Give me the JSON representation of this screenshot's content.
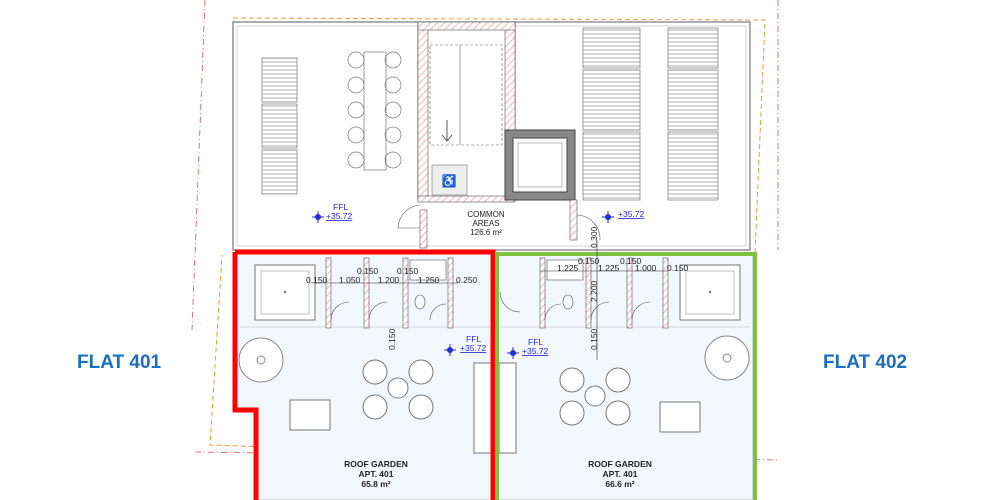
{
  "flats": [
    {
      "label": "FLAT 401",
      "outline_color": "#ff0000",
      "garden_title": "ROOF GARDEN",
      "garden_apt": "APT. 401",
      "garden_area": "65.8 m²"
    },
    {
      "label": "FLAT 402",
      "outline_color": "#7dc242",
      "garden_title": "ROOF GARDEN",
      "garden_apt": "APT. 401",
      "garden_area": "66.6 m²"
    }
  ],
  "common": {
    "title1": "COMMON",
    "title2": "AREAS",
    "area": "126.6 m²"
  },
  "levels": {
    "ffl_label": "FFL",
    "ffl_value": "+35.72"
  },
  "dimensions": {
    "flat401": [
      "0.150",
      "1.050",
      "0.150",
      "1.200",
      "0.150",
      "1.250",
      "0.250",
      "0.150"
    ],
    "flat402": [
      "0.150",
      "0.150",
      "1.225",
      "1.225",
      "1.000",
      "0.150",
      "0.300",
      "2.200",
      "0.150"
    ]
  },
  "colors": {
    "label_blue": "#1a6fc0",
    "ffl_blue": "#2a2ad8",
    "boundary_orange": "#f39a3c",
    "terrace_fill": "#f2f7fb"
  }
}
